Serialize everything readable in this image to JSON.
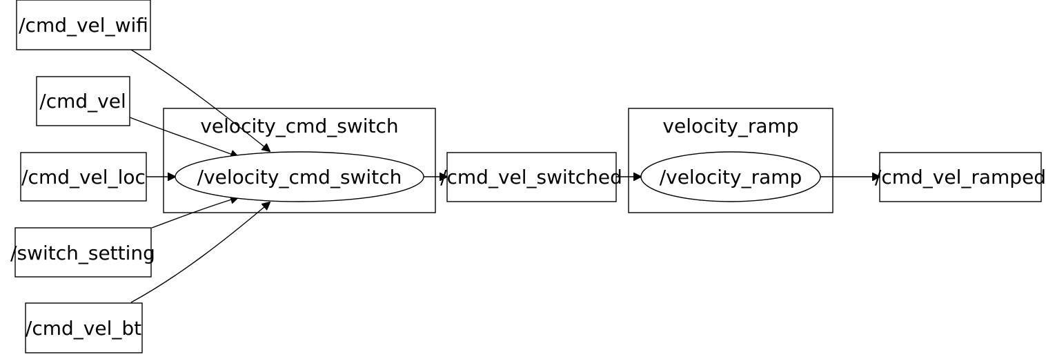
{
  "graph": {
    "clusters": {
      "velocity_cmd_switch": "velocity_cmd_switch",
      "velocity_ramp": "velocity_ramp"
    },
    "nodes": {
      "velocity_cmd_switch": "/velocity_cmd_switch",
      "velocity_ramp": "/velocity_ramp"
    },
    "topics": {
      "cmd_vel_wifi": "/cmd_vel_wifi",
      "cmd_vel": "/cmd_vel",
      "cmd_vel_loc": "/cmd_vel_loc",
      "switch_setting": "/switch_setting",
      "cmd_vel_bt": "/cmd_vel_bt",
      "cmd_vel_switched": "/cmd_vel_switched",
      "cmd_vel_ramped": "/cmd_vel_ramped"
    },
    "edges": [
      {
        "from": "/cmd_vel_wifi",
        "to": "/velocity_cmd_switch"
      },
      {
        "from": "/cmd_vel",
        "to": "/velocity_cmd_switch"
      },
      {
        "from": "/cmd_vel_loc",
        "to": "/velocity_cmd_switch"
      },
      {
        "from": "/switch_setting",
        "to": "/velocity_cmd_switch"
      },
      {
        "from": "/cmd_vel_bt",
        "to": "/velocity_cmd_switch"
      },
      {
        "from": "/velocity_cmd_switch",
        "to": "/cmd_vel_switched"
      },
      {
        "from": "/cmd_vel_switched",
        "to": "/velocity_ramp"
      },
      {
        "from": "/velocity_ramp",
        "to": "/cmd_vel_ramped"
      }
    ]
  }
}
